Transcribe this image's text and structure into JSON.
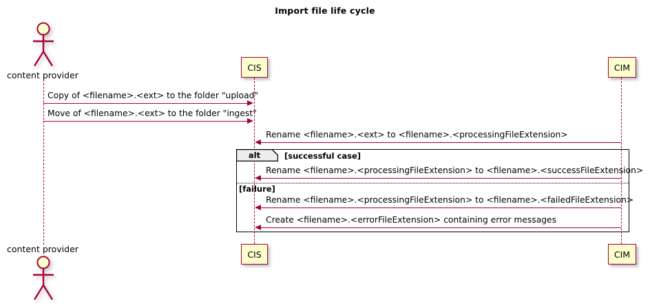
{
  "diagram": {
    "title": "Import file life cycle",
    "type": "uml-sequence-diagram",
    "colors": {
      "line": "#A80036",
      "box_fill": "#FEFECE",
      "frame_border": "#000000",
      "tab_fill": "#EEEEEE",
      "background": "#FFFFFF"
    }
  },
  "participants": {
    "actor": {
      "name": "content provider",
      "label_top": "content provider",
      "label_bottom": "content provider"
    },
    "cis": {
      "name": "CIS",
      "label_top": "CIS",
      "label_bottom": "CIS"
    },
    "cim": {
      "name": "CIM",
      "label_top": "CIM",
      "label_bottom": "CIM"
    }
  },
  "messages": [
    {
      "id": "m1",
      "text": "Copy of <filename>.<ext> to the folder \"upload\"",
      "from": "content provider",
      "to": "CIS",
      "direction": "right"
    },
    {
      "id": "m2",
      "text": "Move of <filename>.<ext> to the folder \"ingest\"",
      "from": "content provider",
      "to": "CIS",
      "direction": "right"
    },
    {
      "id": "m3",
      "text": "Rename <filename>.<ext> to <filename>.<processingFileExtension>",
      "from": "CIM",
      "to": "CIS",
      "direction": "left"
    },
    {
      "id": "m4",
      "text": "Rename <filename>.<processingFileExtension> to <filename>.<successFileExtension>",
      "from": "CIM",
      "to": "CIS",
      "direction": "left"
    },
    {
      "id": "m5",
      "text": "Rename <filename>.<processingFileExtension> to <filename>.<failedFileExtension>",
      "from": "CIM",
      "to": "CIS",
      "direction": "left"
    },
    {
      "id": "m6",
      "text": "Create <filename>.<errorFileExtension> containing error messages",
      "from": "CIM",
      "to": "CIS",
      "direction": "left"
    }
  ],
  "fragment": {
    "operator": "alt",
    "condition_primary": "[successful case]",
    "condition_else": "[failure]"
  }
}
